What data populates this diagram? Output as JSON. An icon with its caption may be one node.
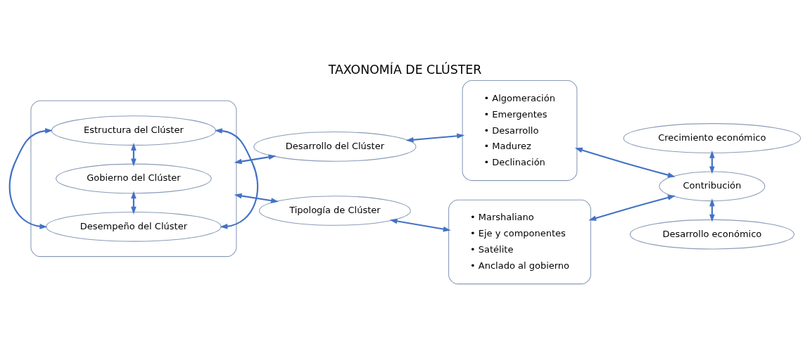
{
  "diagram": {
    "title": "TAXONOMÍA DE CLÚSTER",
    "nodes": [
      {
        "text": [],
        "shape": "box"
      },
      {
        "text": [
          "Estructura del Clúster"
        ],
        "in": 0
      },
      {
        "text": [
          "Gobierno del Clúster"
        ],
        "in": 0
      },
      {
        "text": [
          "Desempeño del Clúster"
        ],
        "in": 0
      },
      {
        "text": [
          "Desarrollo del Clúster"
        ]
      },
      {
        "text": [
          "• Algomeración",
          "• Emergentes",
          "• Desarrollo",
          "• Madurez",
          "• Declinación"
        ]
      },
      {
        "text": [
          "Tipología de Clúster"
        ]
      },
      {
        "text": [
          "• Marshaliano",
          "• Eje y componentes",
          "• Satélite",
          "• Anclado al gobierno"
        ]
      },
      {
        "text": [
          "Crecimiento económico"
        ]
      },
      {
        "text": [
          "Contribución"
        ]
      },
      {
        "text": [
          "Desarrollo económico"
        ]
      }
    ],
    "edges": [
      {
        "from": 1,
        "to": 3,
        "arrow": "both"
      },
      {
        "from": 1,
        "to": 3,
        "arrow": "both"
      },
      {
        "from": 1,
        "to": 2,
        "arrow": "both"
      },
      {
        "from": 2,
        "to": 3,
        "arrow": "both"
      },
      {
        "from": 0,
        "to": 4,
        "arrow": "both"
      },
      {
        "from": 0,
        "to": 6,
        "arrow": "both"
      },
      {
        "from": 4,
        "to": 5,
        "arrow": "both"
      },
      {
        "from": 6,
        "to": 7,
        "arrow": "both"
      },
      {
        "from": 5,
        "to": 9,
        "arrow": "both"
      },
      {
        "from": 7,
        "to": 9,
        "arrow": "both"
      },
      {
        "from": 8,
        "to": 9,
        "arrow": "both"
      },
      {
        "from": 9,
        "to": 10,
        "arrow": "both"
      }
    ]
  }
}
